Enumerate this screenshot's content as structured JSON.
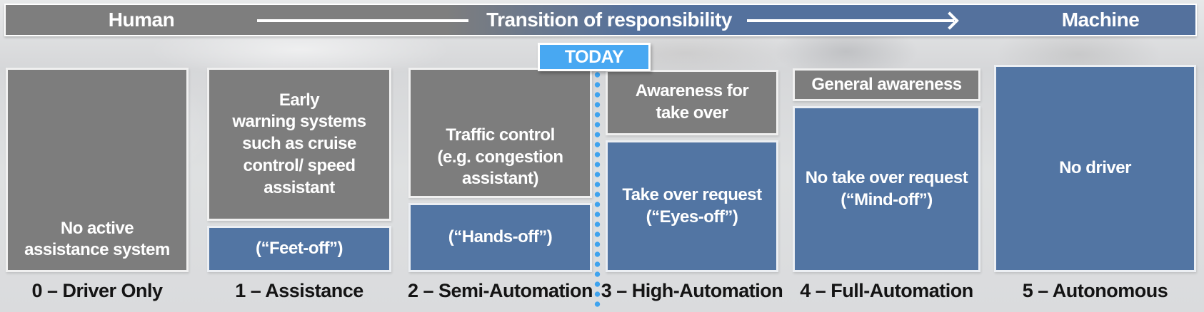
{
  "header": {
    "left_label": "Human",
    "center_label": "Transition of responsibility",
    "right_label": "Machine"
  },
  "today": {
    "label": "TODAY"
  },
  "levels": [
    {
      "name": "0 – Driver Only",
      "human_task": "No active\nassistance system",
      "machine_task": ""
    },
    {
      "name": "1 – Assistance",
      "human_task": "Early\nwarning systems\nsuch as cruise\ncontrol/ speed\nassistant",
      "machine_task": "(“Feet-off”)"
    },
    {
      "name": "2 – Semi-Automation",
      "human_task": "Traffic control\n(e.g. congestion\nassistant)",
      "machine_task": "(“Hands-off”)"
    },
    {
      "name": "3 – High-Automation",
      "human_task": "Awareness for\ntake over",
      "machine_task": "Take over request\n(“Eyes-off”)"
    },
    {
      "name": "4 – Full-Automation",
      "human_task": "General awareness",
      "machine_task": "No take over request\n(“Mind-off”)"
    },
    {
      "name": "5 – Autonomous",
      "human_task": "",
      "machine_task": "No driver"
    }
  ],
  "colors": {
    "human_gray": "#7d7d7d",
    "machine_blue": "#5275a3",
    "header_gray": "#7e7e7e",
    "header_blue": "#54719d",
    "today_blue": "#48a8f2",
    "dotted_line_blue": "#3fa3ee",
    "label_text": "#141414"
  }
}
